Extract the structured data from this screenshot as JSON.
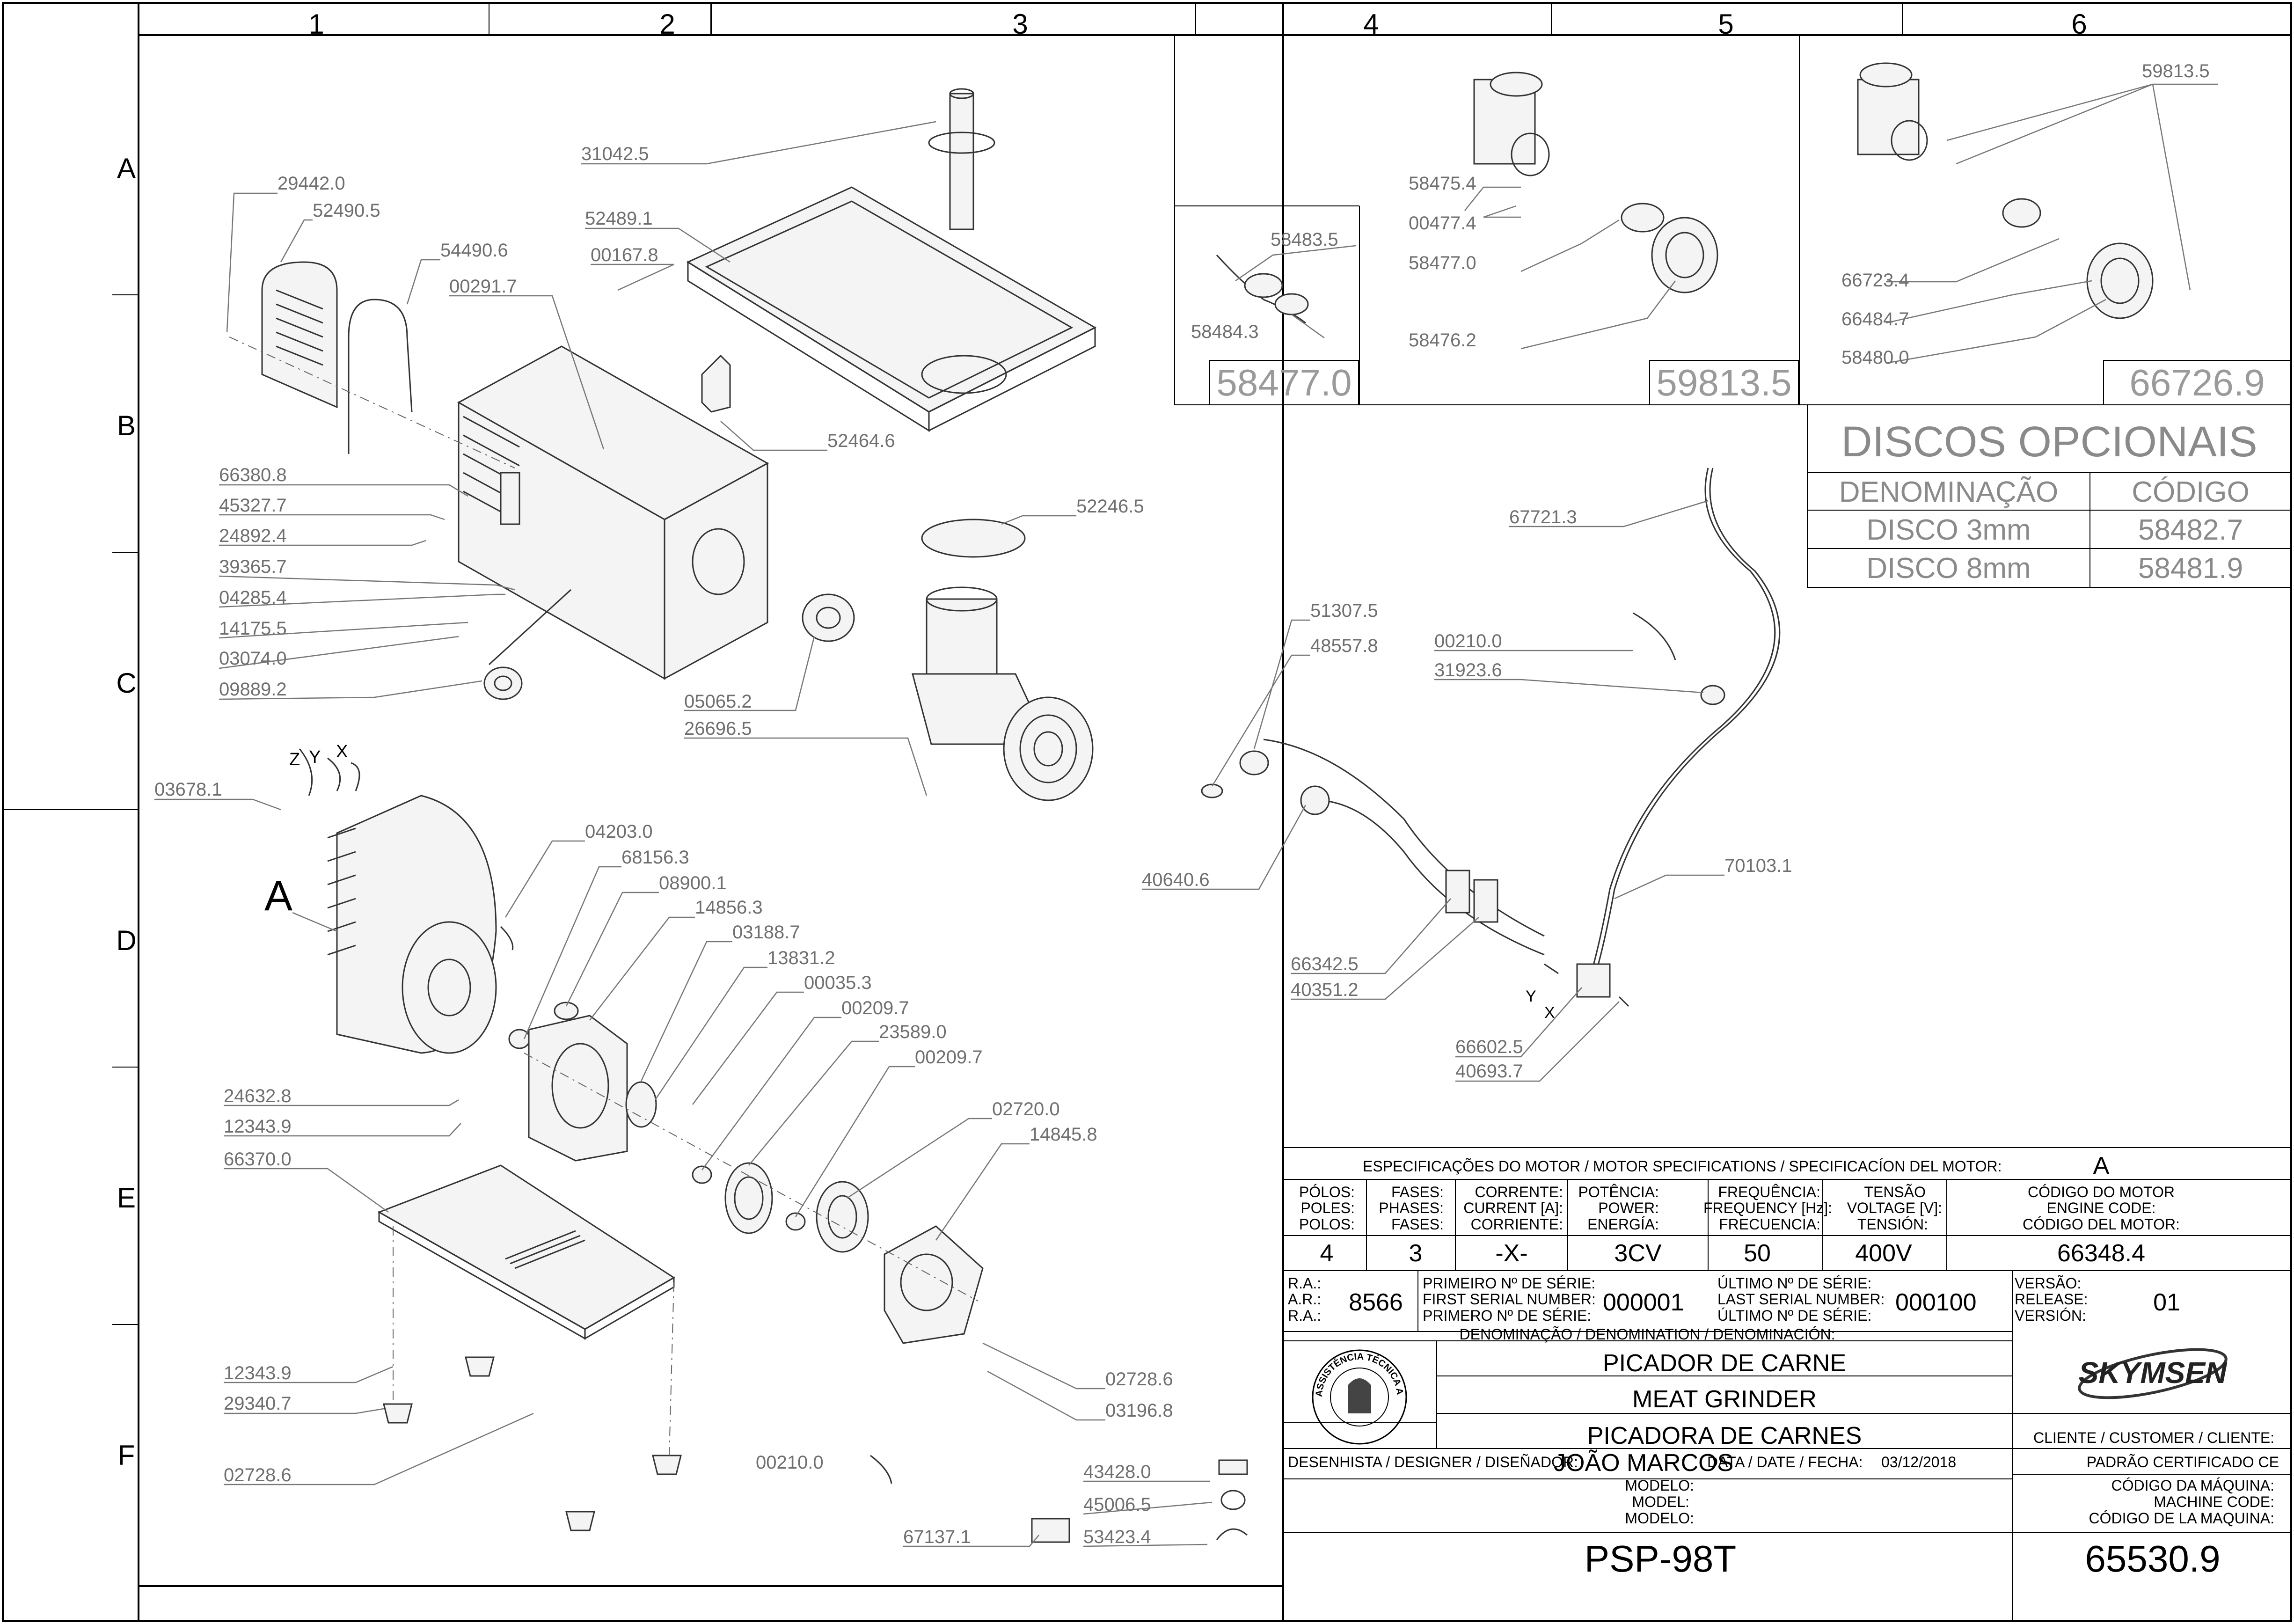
{
  "grid": {
    "columns": [
      "1",
      "2",
      "3",
      "4",
      "5",
      "6"
    ],
    "rows": [
      "A",
      "B",
      "C",
      "D",
      "E",
      "F"
    ]
  },
  "main_labels": [
    "31042.5",
    "29442.0",
    "52490.5",
    "52489.1",
    "54490.6",
    "00167.8",
    "00291.7",
    "52464.6",
    "66380.8",
    "45327.7",
    "24892.4",
    "39365.7",
    "04285.4",
    "14175.5",
    "03074.0",
    "09889.2",
    "52246.5",
    "05065.2",
    "26696.5",
    "03678.1",
    "04203.0",
    "68156.3",
    "08900.1",
    "14856.3",
    "03188.7",
    "13831.2",
    "00035.3",
    "00209.7",
    "23589.0",
    "00209.7",
    "24632.8",
    "12343.9",
    "66370.0",
    "02720.0",
    "14845.8",
    "12343.9",
    "29340.7",
    "02728.6",
    "02728.6",
    "03196.8",
    "00210.0",
    "43428.0",
    "45006.5",
    "67137.1",
    "53423.4"
  ],
  "wiring_labels": [
    "67721.3",
    "51307.5",
    "48557.8",
    "00210.0",
    "31923.6",
    "40640.6",
    "70103.1",
    "66342.5",
    "40351.2",
    "66602.5",
    "40693.7"
  ],
  "motor_marker": "A",
  "axis_letters": {
    "z": "Z",
    "y": "Y",
    "x": "X",
    "y2": "Y",
    "x2": "X"
  },
  "kits": [
    {
      "code": "58477.0",
      "labels": [
        "58483.5",
        "58484.3"
      ]
    },
    {
      "code": "59813.5",
      "labels": [
        "58475.4",
        "00477.4",
        "58477.0",
        "58476.2"
      ]
    },
    {
      "code": "66726.9",
      "labels": [
        "59813.5",
        "66723.4",
        "66484.7",
        "58480.0"
      ]
    }
  ],
  "optional_discs": {
    "title": "DISCOS OPCIONAIS",
    "headers": [
      "DENOMINAÇÃO",
      "CÓDIGO"
    ],
    "rows": [
      {
        "name": "DISCO 3mm",
        "code": "58482.7"
      },
      {
        "name": "DISCO 8mm",
        "code": "58481.9"
      }
    ]
  },
  "motor_spec": {
    "title": "ESPECIFICAÇÕES DO MOTOR / MOTOR SPECIFICATIONS / SPECIFICACÍON DEL MOTOR:",
    "motor_ref": "A",
    "headers": [
      [
        "PÓLOS:",
        "POLES:",
        "POLOS:"
      ],
      [
        "FASES:",
        "PHASES:",
        "FASES:"
      ],
      [
        "CORRENTE:",
        "CURRENT [A]:",
        "CORRIENTE:"
      ],
      [
        "POTÊNCIA:",
        "POWER:",
        "ENERGÍA:"
      ],
      [
        "FREQUÊNCIA:",
        "FREQUENCY [Hz]:",
        "FRECUENCIA:"
      ],
      [
        "TENSÃO",
        "VOLTAGE [V]:",
        "TENSIÓN:"
      ],
      [
        "CÓDIGO DO MOTOR",
        "ENGINE CODE:",
        "CÓDIGO DEL MOTOR:"
      ]
    ],
    "values": [
      "4",
      "3",
      "-X-",
      "3CV",
      "50",
      "400V",
      "66348.4"
    ]
  },
  "title_block": {
    "ra_labels": [
      "R.A.:",
      "A.R.:",
      "R.A.:"
    ],
    "ra_value": "8566",
    "first_serial_labels": [
      "PRIMEIRO Nº DE SÉRIE:",
      "FIRST SERIAL NUMBER:",
      "PRIMERO Nº DE SÉRIE:"
    ],
    "first_serial": "000001",
    "last_serial_labels": [
      "ÚLTIMO Nº DE SÉRIE:",
      "LAST SERIAL NUMBER:",
      "ÚLTIMO Nº DE SÉRIE:"
    ],
    "last_serial": "000100",
    "version_labels": [
      "VERSÃO:",
      "RELEASE:",
      "VERSIÓN:"
    ],
    "version": "01",
    "denomination_label": "DENOMINAÇÃO / DENOMINATION / DENOMINACIÓN:",
    "names": [
      "PICADOR DE CARNE",
      "MEAT GRINDER",
      "PICADORA DE CARNES"
    ],
    "brand": "SKYMSEN",
    "seal_text": "ASSISTÊNCIA TÉCNICA AUTORIZADA",
    "client_label": "CLIENTE / CUSTOMER / CLIENTE:",
    "client_value": "PADRÃO CERTIFICADO CE",
    "designer_label": "DESENHISTA / DESIGNER / DISEÑADOR:",
    "designer": "JOÃO MARCOS",
    "date_label": "DATA / DATE / FECHA:",
    "date": "03/12/2018",
    "model_labels": [
      "MODELO:",
      "MODEL:",
      "MODELO:"
    ],
    "model": "PSP-98T",
    "machine_code_labels": [
      "CÓDIGO DA MÁQUINA:",
      "MACHINE CODE:",
      "CÓDIGO DE LA MAQUINA:"
    ],
    "machine_code": "65530.9"
  }
}
